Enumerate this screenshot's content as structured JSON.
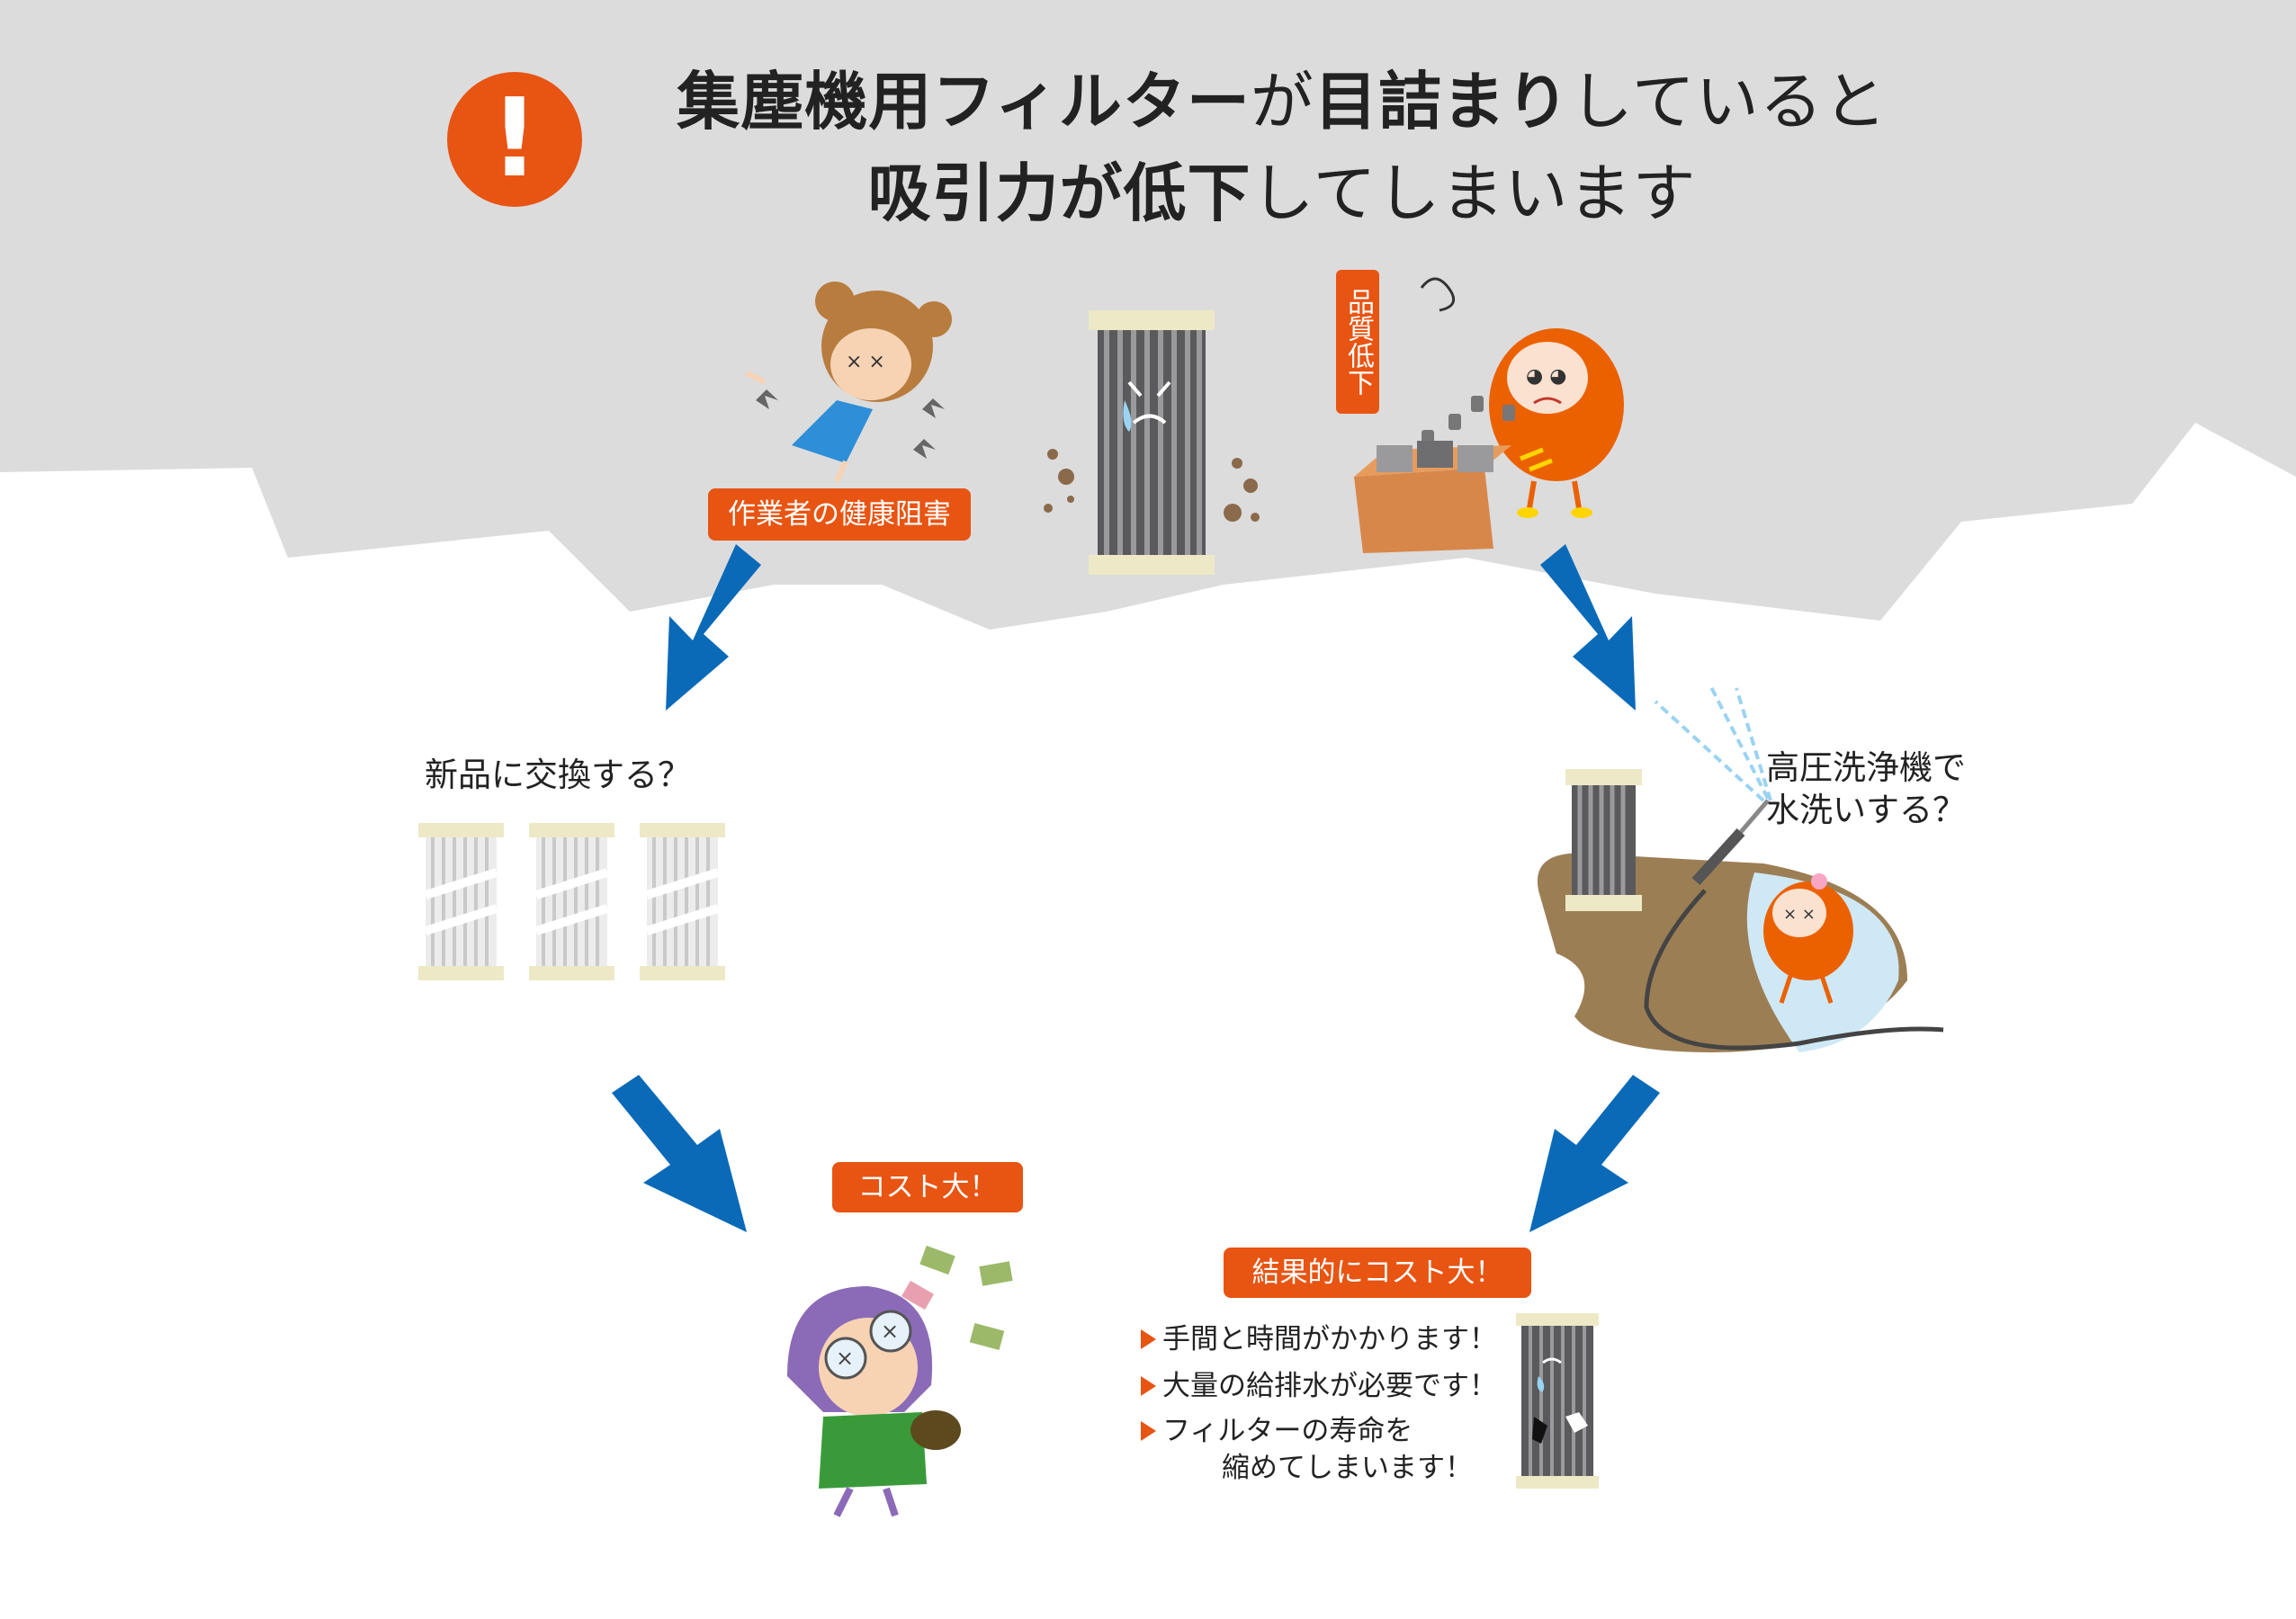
{
  "headline": {
    "line1_a": "集塵機用フィルター",
    "line1_b": "が",
    "line1_c": "目詰まり",
    "line1_d": "していると",
    "line2_a": "吸引力が低下",
    "line2_b": "してしまいます",
    "alert_icon_glyph": "!"
  },
  "effects": {
    "health": "作業者の健康阻害",
    "quality": "品質低下"
  },
  "options": {
    "replace_question": "新品に交換する？",
    "wash_question_line1": "高圧洗浄機で",
    "wash_question_line2": "水洗いする？"
  },
  "results": {
    "cost_high": "コスト大！",
    "cost_high_eventually": "結果的にコスト大！",
    "bullets": [
      "手間と時間がかかります！",
      "大量の給排水が必要です！",
      "フィルターの寿命を",
      "縮めてしまいます！"
    ]
  },
  "colors": {
    "accent": "#e85412",
    "arrow": "#0a6ab8",
    "gray_band": "#dcdcdd",
    "filter_cap": "#ede9c6",
    "filter_dark": "#5a5a5c"
  }
}
